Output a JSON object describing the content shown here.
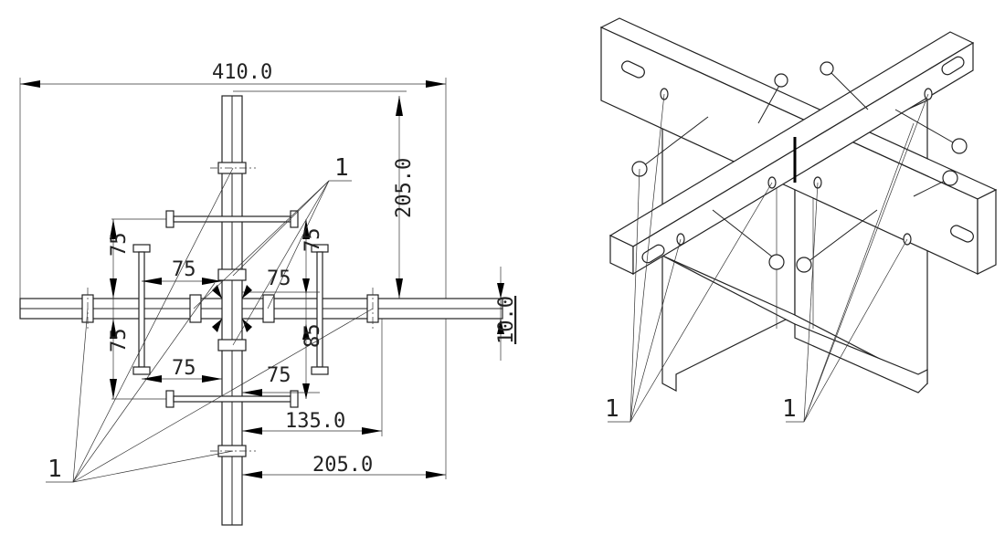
{
  "plan_view": {
    "dim_overall_width": "410.0",
    "dim_half_height": "205.0",
    "dim_plate_thickness": "10.0",
    "dim_bolt_offset": "135.0",
    "dim_half_width": "205.0",
    "dim_bolt_spacing": [
      "75",
      "75",
      "75",
      "75",
      "75",
      "75",
      "75",
      "85"
    ],
    "part_label_top": "1",
    "part_label_bottom": "1"
  },
  "iso_view": {
    "part_label_left": "1",
    "part_label_right": "1"
  }
}
